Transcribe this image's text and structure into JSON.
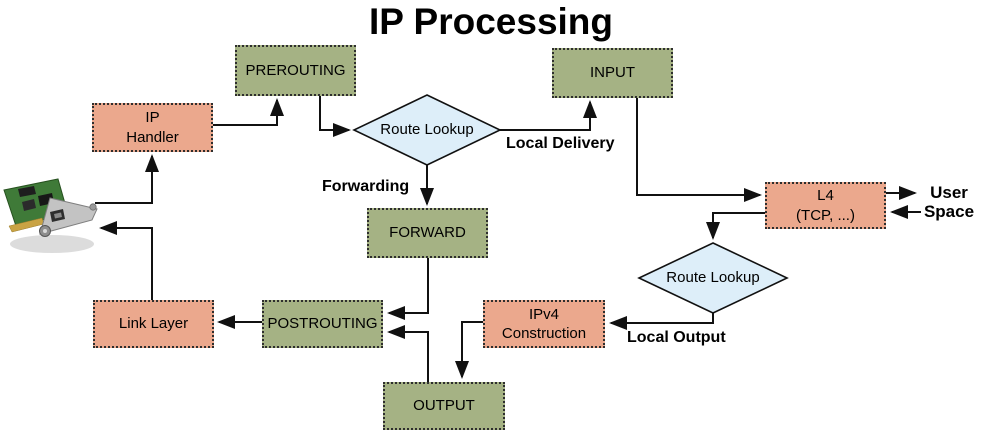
{
  "title": "IP Processing",
  "colors": {
    "chain_fill": "#a5b284",
    "module_fill": "#eba88d",
    "decision_fill": "#ddeef9",
    "line": "#111111"
  },
  "nodes": {
    "prerouting": {
      "label": "PREROUTING",
      "type": "chain"
    },
    "input": {
      "label": "INPUT",
      "type": "chain"
    },
    "forward": {
      "label": "FORWARD",
      "type": "chain"
    },
    "postrouting": {
      "label": "POSTROUTING",
      "type": "chain"
    },
    "output": {
      "label": "OUTPUT",
      "type": "chain"
    },
    "ip_handler": {
      "label": "IP\nHandler",
      "type": "module"
    },
    "l4": {
      "label": "L4\n(TCP, ...)",
      "type": "module"
    },
    "ipv4_construction": {
      "label": "IPv4\nConstruction",
      "type": "module"
    },
    "link_layer": {
      "label": "Link Layer",
      "type": "module"
    },
    "route_lookup_1": {
      "label": "Route Lookup",
      "type": "decision"
    },
    "route_lookup_2": {
      "label": "Route Lookup",
      "type": "decision"
    }
  },
  "edge_labels": {
    "local_delivery": "Local Delivery",
    "forwarding": "Forwarding",
    "local_output": "Local Output",
    "user_space": "User\nSpace"
  },
  "icons": {
    "nic": "pci-network-card-photo"
  },
  "edges": [
    {
      "from": "nic",
      "to": "ip_handler"
    },
    {
      "from": "ip_handler",
      "to": "prerouting"
    },
    {
      "from": "prerouting",
      "to": "route_lookup_1"
    },
    {
      "from": "route_lookup_1",
      "to": "input",
      "label": "Local Delivery"
    },
    {
      "from": "route_lookup_1",
      "to": "forward",
      "label": "Forwarding"
    },
    {
      "from": "input",
      "to": "l4"
    },
    {
      "from": "l4",
      "to": "route_lookup_2"
    },
    {
      "from": "l4",
      "to": "user_space"
    },
    {
      "from": "user_space",
      "to": "l4"
    },
    {
      "from": "route_lookup_2",
      "to": "ipv4_construction",
      "label": "Local Output"
    },
    {
      "from": "ipv4_construction",
      "to": "output"
    },
    {
      "from": "output",
      "to": "postrouting"
    },
    {
      "from": "forward",
      "to": "postrouting"
    },
    {
      "from": "postrouting",
      "to": "link_layer"
    },
    {
      "from": "link_layer",
      "to": "nic"
    }
  ]
}
